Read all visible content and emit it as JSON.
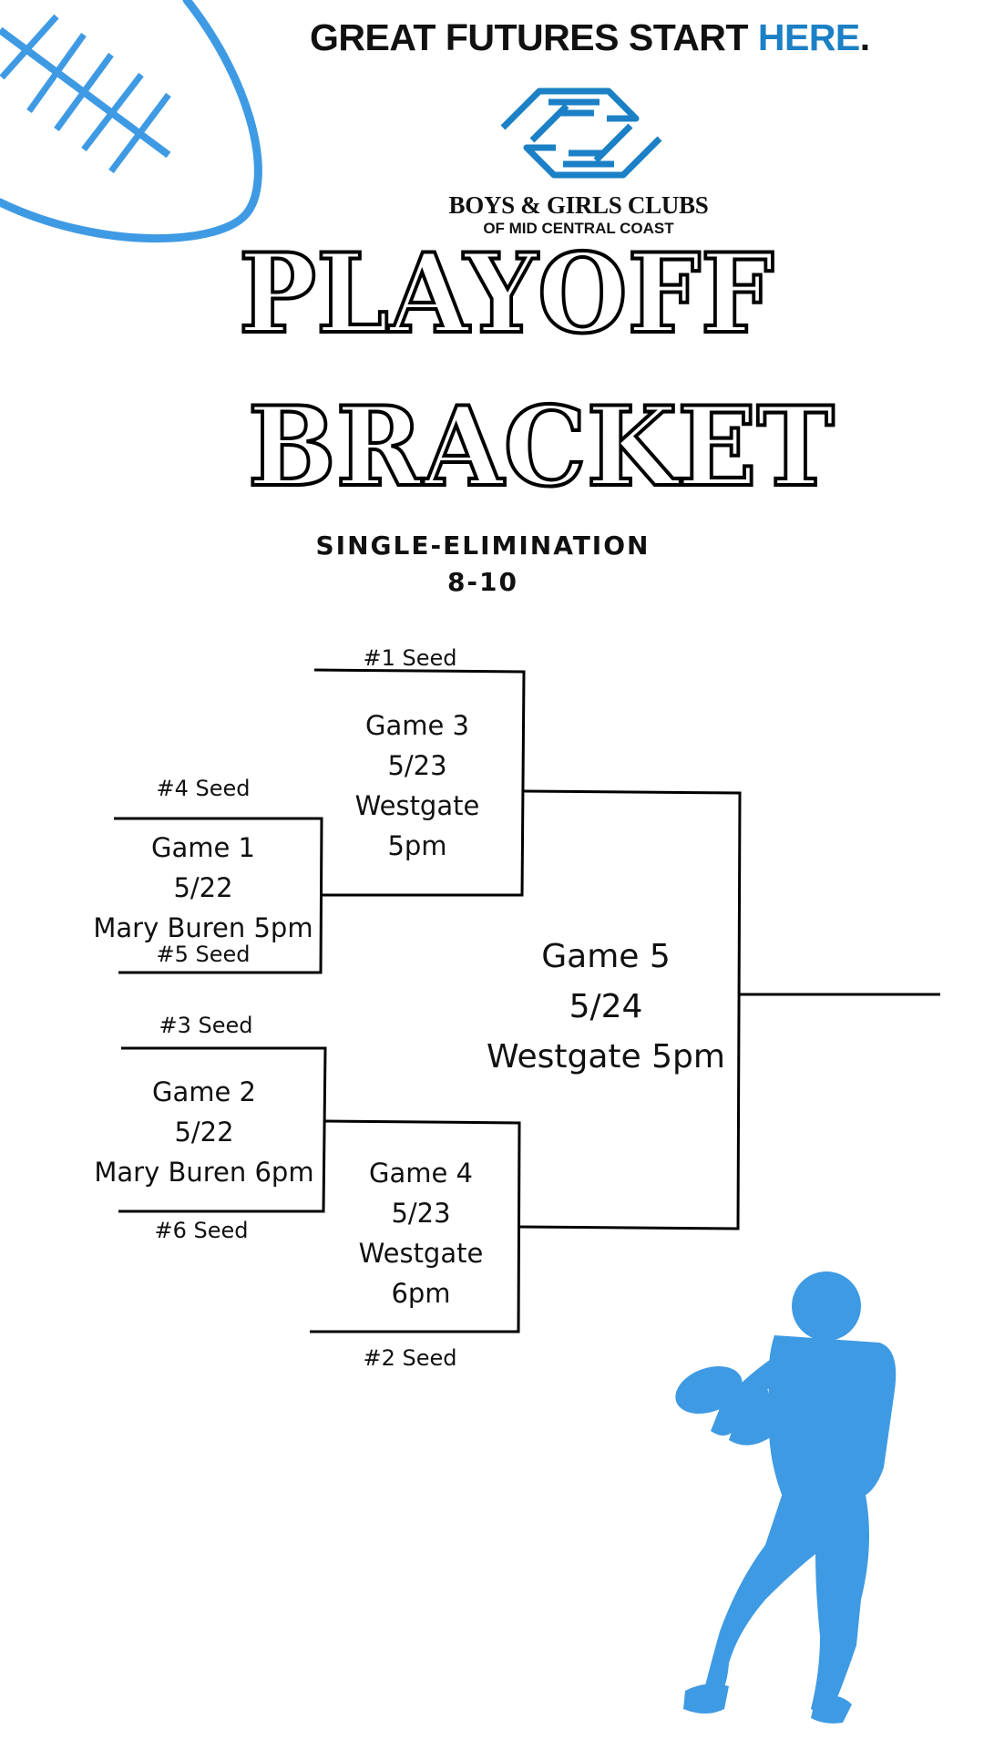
{
  "header": {
    "tagline_main": "GREAT FUTURES START ",
    "tagline_accent": "HERE",
    "tagline_dot": ".",
    "accent_color": "#1b80c5"
  },
  "org": {
    "name": "BOYS & GIRLS CLUBS",
    "subtitle": "OF MID CENTRAL COAST",
    "logo_icon": "clasped-hands-logo-icon"
  },
  "title": {
    "line1": "PLAYOFF",
    "line2": "BRACKET"
  },
  "subtitle": {
    "format": "SINGLE-ELIMINATION",
    "age": "8-10"
  },
  "bracket": {
    "seeds": {
      "s1": "#1 Seed",
      "s4": "#4 Seed",
      "s5": "#5 Seed",
      "s3": "#3 Seed",
      "s6": "#6 Seed",
      "s2": "#2 Seed"
    },
    "games": {
      "g1": [
        "Game 1",
        "5/22",
        "Mary Buren  5pm"
      ],
      "g2": [
        "Game 2",
        "5/22",
        "Mary Buren 6pm"
      ],
      "g3": [
        "Game 3",
        "5/23",
        "Westgate",
        "5pm"
      ],
      "g4": [
        "Game 4",
        "5/23",
        "Westgate",
        "6pm"
      ],
      "g5": [
        "Game 5",
        "5/24",
        "Westgate 5pm"
      ]
    },
    "line_color": "#000000"
  },
  "decor": {
    "football_icon": "football-icon",
    "player_icon": "quarterback-silhouette-icon",
    "decor_color": "#3f9ae4"
  }
}
